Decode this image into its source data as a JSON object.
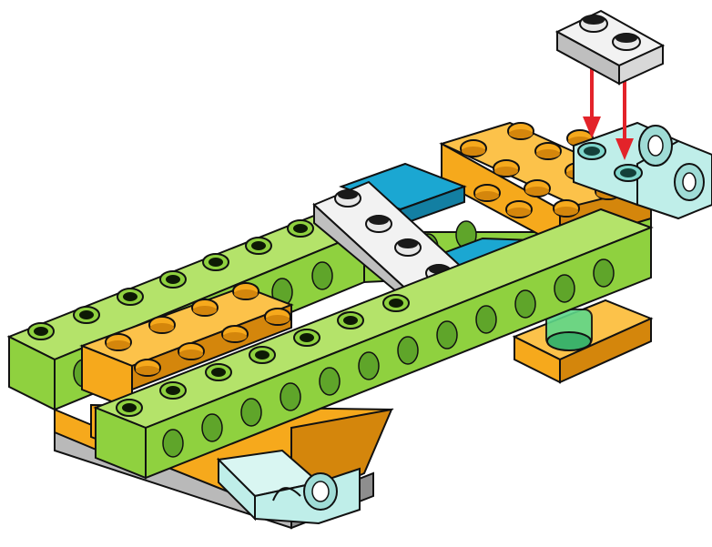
{
  "figure": {
    "kind": "lego-building-instruction-step",
    "colors": {
      "bright_green": "#8fd13f",
      "green_dark": "#5fa52a",
      "green_light": "#b4e36a",
      "orange": "#f6a91c",
      "orange_dark": "#d4860c",
      "orange_light": "#fcc24a",
      "white_brick": "#e8e8e8",
      "white_dark": "#bfbfbf",
      "azure": "#1ba7d2",
      "azure_dark": "#137fa2",
      "trans_light_blue": "#bfeee9",
      "trans_green": "#5ed88a",
      "grey_plate": "#b9b9b9",
      "stud_hole": "#0e1a05",
      "arrow_red": "#e3232a",
      "outline": "#111111"
    },
    "parts": [
      {
        "name": "plate-1x2-white",
        "role": "part-being-added",
        "color": "white_brick"
      },
      {
        "name": "connector-trans-light-blue-top",
        "color": "trans_light_blue"
      },
      {
        "name": "connector-trans-light-blue-bottom",
        "color": "trans_light_blue"
      },
      {
        "name": "tile-azure-pair",
        "color": "azure"
      },
      {
        "name": "plate-1x4-white",
        "color": "white_brick"
      },
      {
        "name": "plate-orange-rear",
        "color": "orange"
      },
      {
        "name": "plate-orange-front",
        "color": "orange"
      },
      {
        "name": "technic-beam-green-back",
        "color": "bright_green"
      },
      {
        "name": "technic-beam-green-front",
        "color": "bright_green"
      },
      {
        "name": "axle-trans-green",
        "color": "trans_green"
      },
      {
        "name": "plate-grey-base",
        "color": "grey_plate"
      }
    ],
    "arrows": [
      {
        "name": "placement-arrow-left",
        "color": "arrow_red"
      },
      {
        "name": "placement-arrow-right",
        "color": "arrow_red"
      }
    ]
  }
}
